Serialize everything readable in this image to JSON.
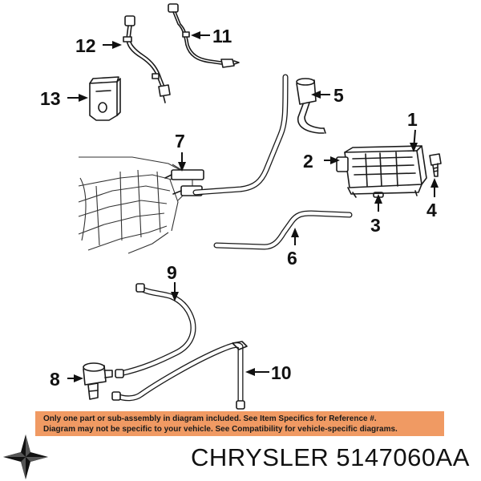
{
  "diagram": {
    "callouts": [
      "1",
      "2",
      "3",
      "4",
      "5",
      "6",
      "7",
      "8",
      "9",
      "10",
      "11",
      "12",
      "13"
    ]
  },
  "disclaimer": {
    "line1": "Only one part or sub-assembly in diagram included. See Item Specifics for Reference #.",
    "line2": "Diagram may not be specific to your vehicle. See Compatibility for vehicle-specific diagrams."
  },
  "brand": {
    "logo": "chrysler-pentastar-icon",
    "name": "CHRYSLER",
    "part_number": "5147060AA",
    "label": "CHRYSLER 5147060AA"
  },
  "colors": {
    "banner": "#f09a63",
    "ink": "#111111"
  }
}
